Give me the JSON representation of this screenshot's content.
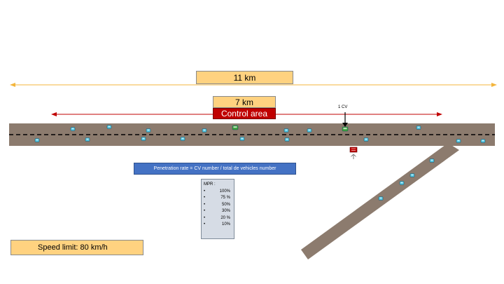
{
  "distances": {
    "total_label": "11 km",
    "control_length_label": "7 km",
    "control_area_label": "Control area"
  },
  "cv_marker_label": "1 CV",
  "penetration_formula": "Penetration rate = CV number / total de vehicles number",
  "mpr_panel": {
    "title": "MPR :",
    "bullet": "•",
    "values": [
      "100%",
      "75 %",
      "50%",
      "30%",
      "20 %",
      "10%"
    ]
  },
  "speed_limit_label": "Speed limit: 80 km/h",
  "colors": {
    "road": "#8c7b6e",
    "total_span_line": "#f3b53c",
    "control_span_line": "#c00000",
    "control_area_fill": "#c00000",
    "label_box_fill": "#ffd280",
    "formula_box_fill": "#4472c4",
    "mpr_box_fill": "#d6dce5",
    "regular_vehicle": "#4fc3e0",
    "connected_vehicle": "#3aa43a",
    "roadside_unit": "#c00000"
  },
  "icons": {
    "regular_vehicle": "car-icon",
    "connected_vehicle": "connected-car-icon",
    "roadside_unit": "roadside-unit-icon"
  },
  "vehicle_counts": {
    "regular_vehicles": 21,
    "connected_vehicles": 2,
    "roadside_units": 1
  }
}
